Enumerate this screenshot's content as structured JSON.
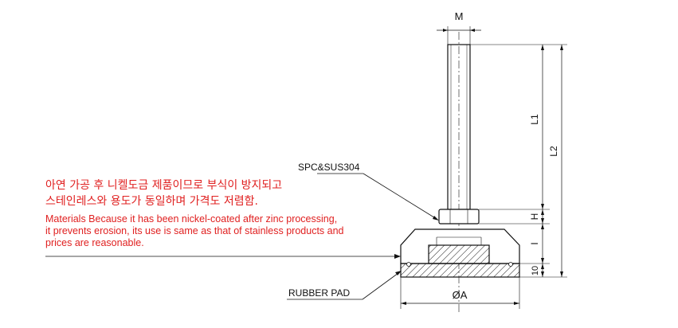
{
  "notes": {
    "korean": [
      "아연 가공 후 니켈도금 제품이므로 부식이 방지되고",
      "스테인레스와 용도가 동일하며 가격도 저렴함."
    ],
    "english": [
      "Materials Because it has been nickel-coated after zinc processing,",
      "it prevents erosion, its use is same as that of stainless products and",
      "prices are reasonable."
    ]
  },
  "labels": {
    "material": "SPC&SUS304",
    "rubber_pad": "RUBBER PAD"
  },
  "dimensions": {
    "thread": "M",
    "diameter": "ØA",
    "bolt_length": "L1",
    "total_length": "L2",
    "hex_height": "H",
    "base_height": "I",
    "pad_thickness": "10"
  },
  "colors": {
    "note_text": "#e02020",
    "line": "#111111"
  }
}
